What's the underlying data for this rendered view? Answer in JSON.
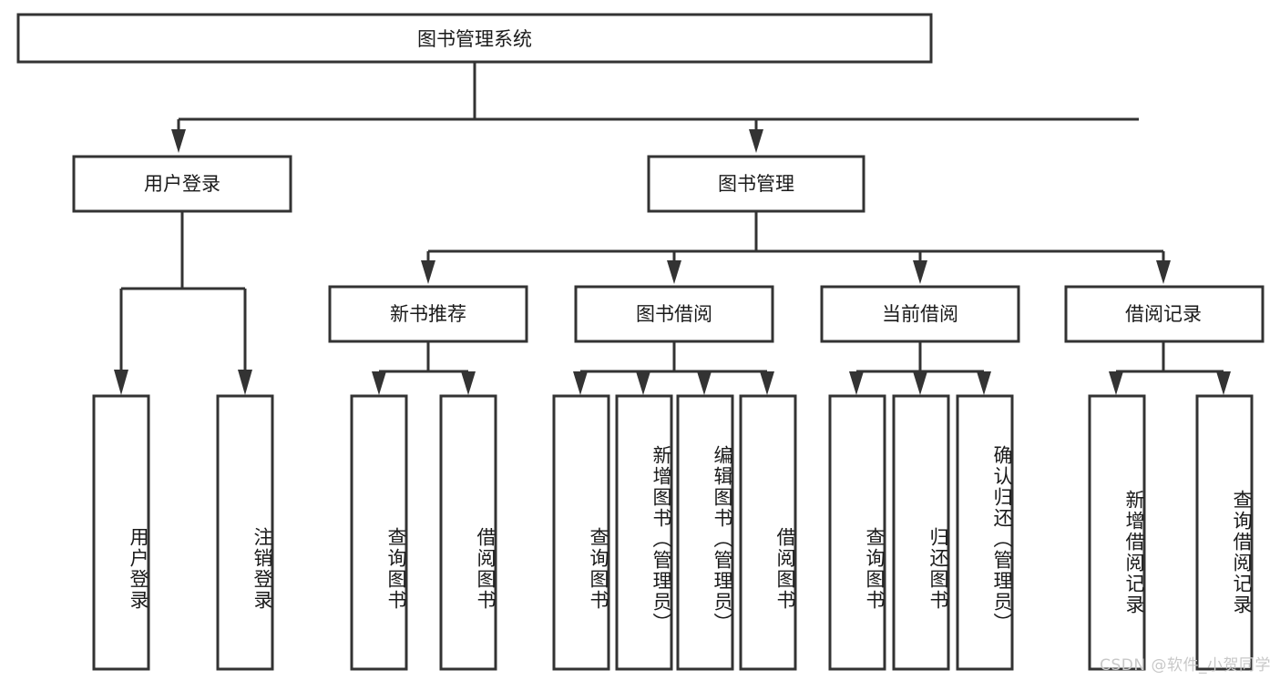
{
  "diagram": {
    "type": "tree-hierarchy",
    "title": "图书管理系统",
    "orientation": "top-down",
    "colors": {
      "box_fill": "#ffffff",
      "box_stroke": "#333333",
      "text": "#1a1a1a",
      "watermark": "#c8c8c8"
    },
    "root": {
      "label": "图书管理系统"
    },
    "level2": [
      {
        "label": "用户登录"
      },
      {
        "label": "图书管理"
      }
    ],
    "level3": [
      {
        "label": "新书推荐"
      },
      {
        "label": "图书借阅"
      },
      {
        "label": "当前借阅"
      },
      {
        "label": "借阅记录"
      }
    ],
    "leaves": {
      "user_login": [
        {
          "label": "用户登录"
        },
        {
          "label": "注销登录"
        }
      ],
      "new_book_recommend": [
        {
          "label": "查询图书"
        },
        {
          "label": "借阅图书"
        }
      ],
      "book_borrow": [
        {
          "label": "查询图书"
        },
        {
          "label": "新增图书（管理员）"
        },
        {
          "label": "编辑图书（管理员）"
        },
        {
          "label": "借阅图书"
        }
      ],
      "current_borrow": [
        {
          "label": "查询图书"
        },
        {
          "label": "归还图书"
        },
        {
          "label": "确认归还（管理员）"
        }
      ],
      "borrow_record": [
        {
          "label": "新增借阅记录"
        },
        {
          "label": "查询借阅记录"
        }
      ]
    },
    "watermark": "CSDN @软件_小贺同学"
  }
}
